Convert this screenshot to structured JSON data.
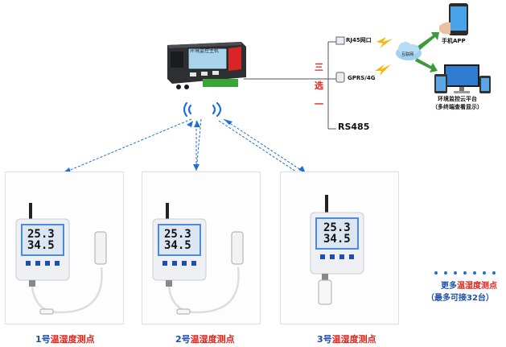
{
  "gateway": {
    "screen_title": "环境监控主机"
  },
  "network": {
    "rj45_label": "RJ45网口",
    "gprs_label": "GPRS/4G",
    "rs485_label": "RS485",
    "select_chars": [
      "三",
      "选",
      "一"
    ],
    "cloud_label": "互联网",
    "app_label": "手机APP",
    "platform_label": "环境监控云平台",
    "platform_sub": "（多终端查看显示）"
  },
  "sensors": [
    {
      "num": "1号",
      "label": "温湿度测点",
      "temp": "25.3",
      "hum": "34.5"
    },
    {
      "num": "2号",
      "label": "温湿度测点",
      "temp": "25.3",
      "hum": "34.5"
    },
    {
      "num": "3号",
      "label": "温湿度测点",
      "temp": "25.3",
      "hum": "34.5"
    }
  ],
  "more": {
    "line1_prefix": "更多",
    "line1_red": "温湿度测点",
    "line2": "（最多可接32台）"
  },
  "colors": {
    "wireless_blue": "#1f6fd6",
    "accent_red": "#e2231a",
    "text_blue": "#1f4fae",
    "signal_yellow": "#f2b90f",
    "arrow_green": "#3c9a3c"
  }
}
